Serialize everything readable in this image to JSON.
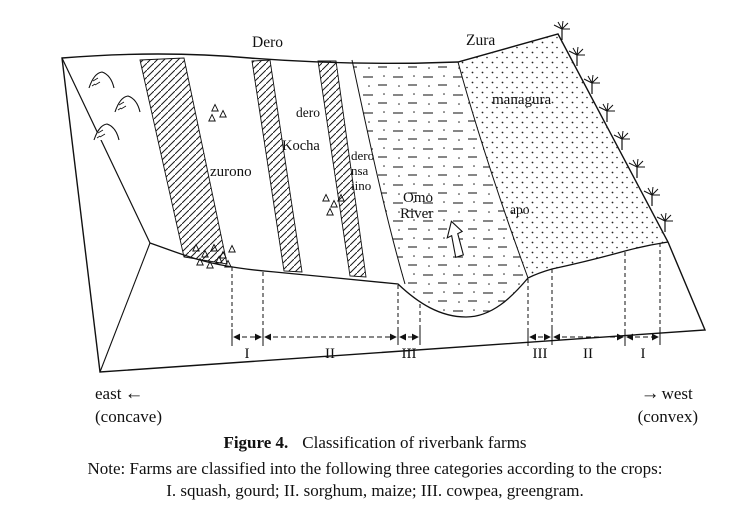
{
  "diagram": {
    "areas": {
      "dero_region": "Dero",
      "zura_region": "Zura"
    },
    "zones": {
      "zurono": "zurono",
      "kocha": "Kocha",
      "dero_upper": "dero",
      "dero_col_1": "dero",
      "dero_col_2": "nsa",
      "dero_col_3": "iino",
      "omo_line1": "Omo",
      "omo_line2": "River",
      "apo": "apo",
      "managura": "managura"
    },
    "romans": [
      "I",
      "II",
      "III",
      "III",
      "II",
      "I"
    ],
    "directions": {
      "east": "east",
      "east_sub": "(concave)",
      "west": "west",
      "west_sub": "(convex)"
    },
    "icons": {
      "east_arrow": "←",
      "west_arrow": "→"
    }
  },
  "caption": {
    "label": "Figure 4.",
    "title": "Classification of riverbank farms"
  },
  "note": {
    "line1": "Note: Farms are classified into the following three categories according to the crops:",
    "line2": "I. squash, gourd; II. sorghum, maize; III. cowpea, greengram."
  }
}
